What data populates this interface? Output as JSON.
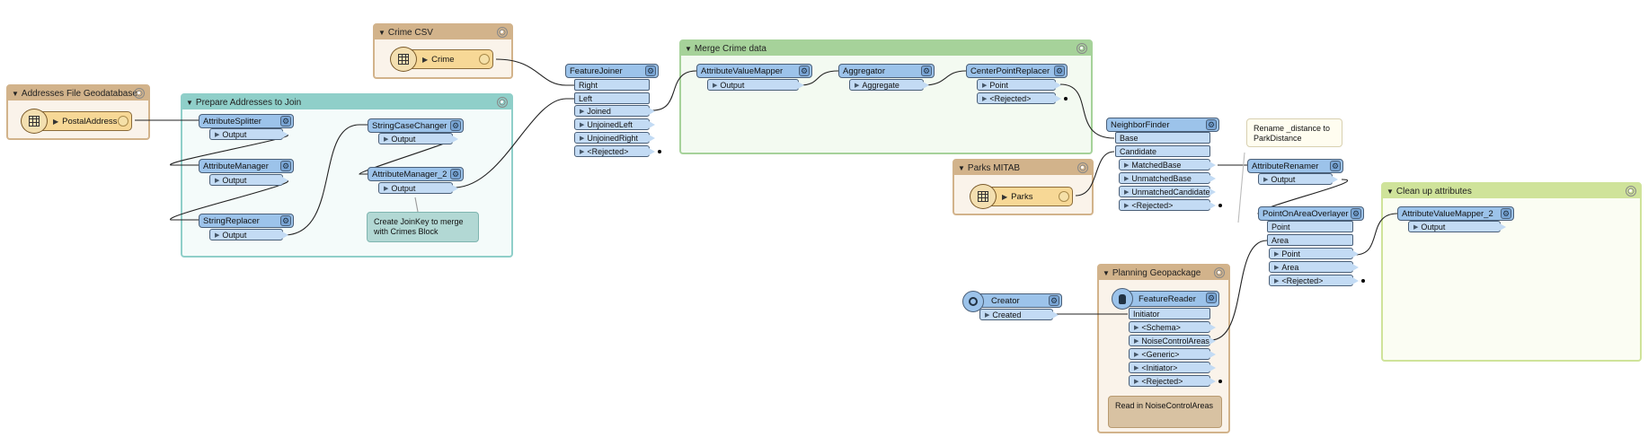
{
  "bookmarks": {
    "addresses": {
      "title": "Addresses File Geodatabase"
    },
    "prepare": {
      "title": "Prepare Addresses to Join"
    },
    "crime_csv": {
      "title": "Crime CSV"
    },
    "merge": {
      "title": "Merge Crime data"
    },
    "parks": {
      "title": "Parks MITAB"
    },
    "planning": {
      "title": "Planning Geopackage"
    },
    "cleanup": {
      "title": "Clean up attributes"
    }
  },
  "readers": {
    "postal": "PostalAddress",
    "crime": "Crime",
    "parks": "Parks"
  },
  "transformers": {
    "attr_splitter": {
      "name": "AttributeSplitter",
      "ports": [
        "Output"
      ]
    },
    "attr_manager": {
      "name": "AttributeManager",
      "ports": [
        "Output"
      ]
    },
    "string_replacer": {
      "name": "StringReplacer",
      "ports": [
        "Output"
      ]
    },
    "string_case": {
      "name": "StringCaseChanger",
      "ports": [
        "Output"
      ]
    },
    "attr_manager_2": {
      "name": "AttributeManager_2",
      "ports": [
        "Output"
      ]
    },
    "feature_joiner": {
      "name": "FeatureJoiner",
      "inputs": [
        "Right",
        "Left"
      ],
      "ports": [
        "Joined",
        "UnjoinedLeft",
        "UnjoinedRight",
        "<Rejected>"
      ]
    },
    "avm": {
      "name": "AttributeValueMapper",
      "ports": [
        "Output"
      ]
    },
    "aggregator": {
      "name": "Aggregator",
      "ports": [
        "Aggregate"
      ]
    },
    "cpr": {
      "name": "CenterPointReplacer",
      "ports": [
        "Point",
        "<Rejected>"
      ]
    },
    "neighbor": {
      "name": "NeighborFinder",
      "inputs": [
        "Base",
        "Candidate"
      ],
      "ports": [
        "MatchedBase",
        "UnmatchedBase",
        "UnmatchedCandidate",
        "<Rejected>"
      ]
    },
    "renamer": {
      "name": "AttributeRenamer",
      "ports": [
        "Output"
      ]
    },
    "poao": {
      "name": "PointOnAreaOverlayer",
      "inputs": [
        "Point",
        "Area"
      ],
      "ports": [
        "Point",
        "Area",
        "<Rejected>"
      ]
    },
    "avm2": {
      "name": "AttributeValueMapper_2",
      "ports": [
        "Output"
      ]
    },
    "creator": {
      "name": "Creator",
      "ports": [
        "Created"
      ]
    },
    "freader": {
      "name": "FeatureReader",
      "inputs": [
        "Initiator"
      ],
      "ports": [
        "<Schema>",
        "NoiseControlAreas",
        "<Generic>",
        "<Initiator>",
        "<Rejected>"
      ]
    }
  },
  "notes": {
    "joinkey": "Create JoinKey to merge with Crimes Block",
    "rename": "Rename _distance to ParkDistance",
    "read": "Read in NoiseControlAreas"
  },
  "colors": {
    "transformer": "#9cc3ea",
    "port": "#c3dbf4",
    "reader": "#f7d896",
    "bm_teal": "#8fcfc9",
    "bm_green": "#a6d29a",
    "bm_tan": "#d2b38b",
    "bm_lime": "#cfe39a"
  }
}
